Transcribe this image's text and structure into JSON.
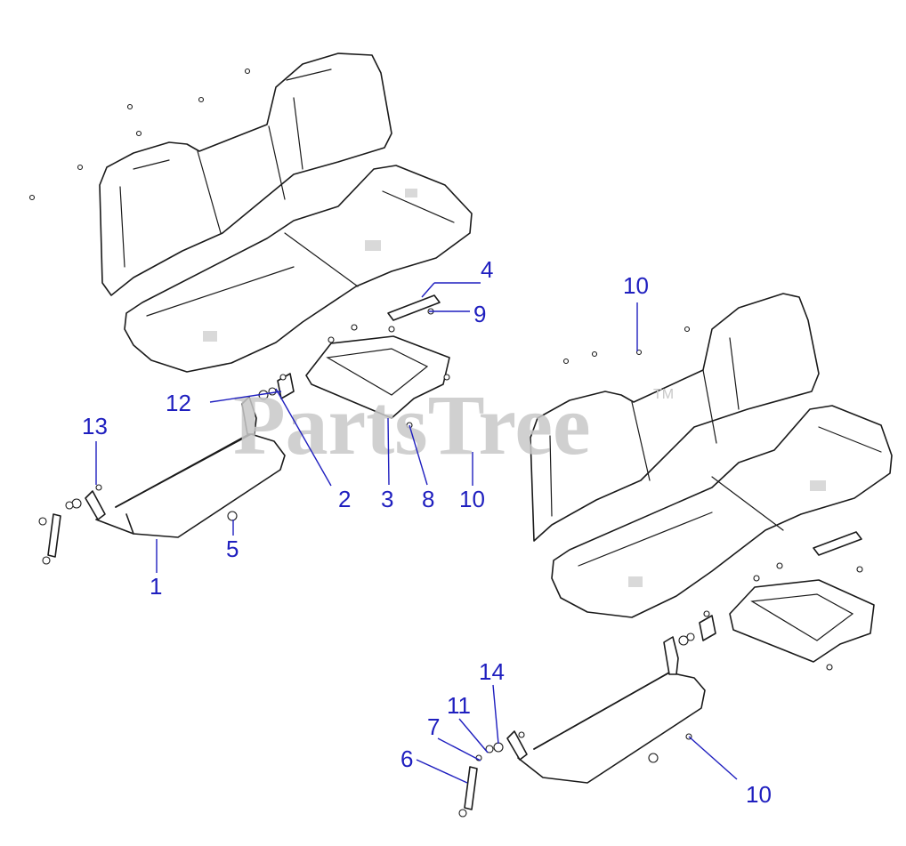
{
  "watermark": {
    "text": "PartsTree",
    "trademark": "TM"
  },
  "callouts": {
    "c1": "1",
    "c2": "2",
    "c3": "3",
    "c4": "4",
    "c5": "5",
    "c6": "6",
    "c7": "7",
    "c8": "8",
    "c9": "9",
    "c10a": "10",
    "c10b": "10",
    "c10c": "10",
    "c11": "11",
    "c12": "12",
    "c13": "13",
    "c14": "14"
  },
  "colors": {
    "callout": "#1f1fbf",
    "line": "#1a1a1a",
    "watermark": "#c8c8c8"
  }
}
